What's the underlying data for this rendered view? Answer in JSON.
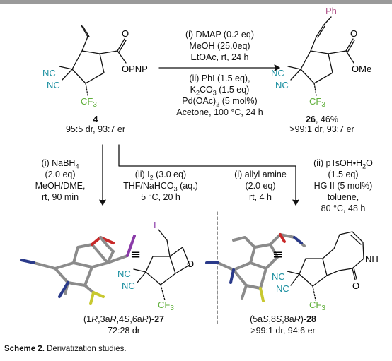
{
  "caption": {
    "label": "Scheme 2.",
    "text": " Derivatization studies."
  },
  "compound4": {
    "id": "4",
    "ratio": "95:5 dr, 93:7 er"
  },
  "compound26": {
    "id": "26",
    "yield": ", 46%",
    "ratio": ">99:1 dr, 93:7 er"
  },
  "compound27": {
    "stereo_prefix": "(1",
    "stereo_R": "R",
    "stereo_mid1": ",3a",
    "stereo_R2": "R",
    "stereo_mid2": ",4",
    "stereo_S": "S",
    "stereo_mid3": ",6a",
    "stereo_R3": "R",
    "stereo_end": ")-",
    "id": "27",
    "ratio": "72:28 dr"
  },
  "compound28": {
    "stereo_prefix": "(5a",
    "stereo_S": "S",
    "stereo_mid1": ",8",
    "stereo_S2": "S",
    "stereo_mid2": ",8a",
    "stereo_R": "R",
    "stereo_end": ")-",
    "id": "28",
    "ratio": ">99:1 dr, 94:6 er"
  },
  "reaction_top": {
    "above": [
      "(i) DMAP (0.2 eq)",
      "MeOH (25.0eq)",
      "EtOAc, rt, 24 h"
    ],
    "below": [
      "(ii) PhI (1.5 eq),",
      "K2CO3 (1.5 eq)",
      "Pd(OAc)2 (5 mol%)",
      "Acetone, 100 °C, 24 h"
    ]
  },
  "reaction_left": [
    "(i) NaBH4",
    "(2.0 eq)",
    "MeOH/DME,",
    "rt, 90 min"
  ],
  "reaction_mid": [
    "(ii) I2 (3.0 eq)",
    "THF/NaHCO3 (aq.)",
    "5 °C, 20 h"
  ],
  "reaction_right_i": [
    "(i) allyl amine",
    "(2.0 eq)",
    "rt, 4 h"
  ],
  "reaction_right_ii": [
    "(ii) pTsOH•H2O",
    "(1.5 eq)",
    "HG II (5 mol%)",
    "toluene,",
    "80 °C, 48 h"
  ],
  "atoms": {
    "nc": "NC",
    "cf3": "CF3",
    "o": "O",
    "opnp": "OPNP",
    "ome": "OMe",
    "ph": "Ph",
    "i": "I",
    "nh": "NH",
    "equiv": "≡"
  },
  "colors": {
    "cyan": "#1a8fa0",
    "green": "#5fae3a",
    "pink": "#b0558a",
    "purple": "#8a3aa8",
    "topbar": "#9a9a9a"
  }
}
